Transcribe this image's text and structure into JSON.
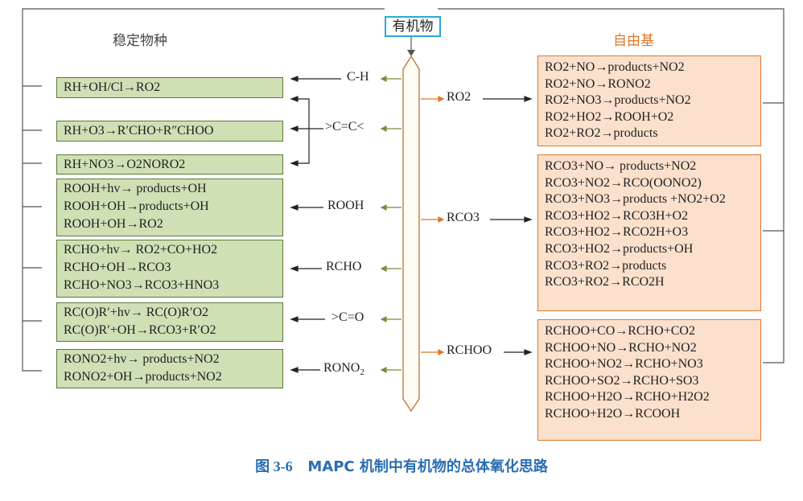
{
  "title": "有机物",
  "headers": {
    "left": "稳定物种",
    "right": "自由基"
  },
  "groups": [
    "C-H",
    ">C=C<",
    "ROOH",
    "RCHO",
    ">C=O",
    "RONO2"
  ],
  "radicals": [
    "RO2",
    "RCO3",
    "RCHOO"
  ],
  "stable_boxes": [
    [
      "RH+OH/Cl→RO2"
    ],
    [
      "RH+O3→R′CHO+R″CHOO"
    ],
    [
      "RH+NO3→O2NORO2"
    ],
    [
      "ROOH+hv→ products+OH",
      "ROOH+OH→products+OH",
      "ROOH+OH→RO2"
    ],
    [
      "RCHO+hv→ RO2+CO+HO2",
      "RCHO+OH→RCO3",
      "RCHO+NO3→RCO3+HNO3"
    ],
    [
      "RC(O)R′+hv→ RC(O)R′O2",
      "RC(O)R′+OH→RCO3+R′O2"
    ],
    [
      "RONO2+hv→ products+NO2",
      "RONO2+OH→products+NO2"
    ]
  ],
  "radical_boxes": [
    [
      "RO2+NO→products+NO2",
      "RO2+NO→RONO2",
      "RO2+NO3→products+NO2",
      "RO2+HO2→ROOH+O2",
      "RO2+RO2→products"
    ],
    [
      "RCO3+NO→ products+NO2",
      "RCO3+NO2→RCO(OONO2)",
      "RCO3+NO3→products +NO2+O2",
      "RCO3+HO2→RCO3H+O2",
      "RCO3+HO2→RCO2H+O3",
      "RCO3+HO2→products+OH",
      "RCO3+RO2→products",
      "RCO3+RO2→RCO2H"
    ],
    [
      "RCHOO+CO→RCHO+CO2",
      "RCHOO+NO→RCHO+NO2",
      "RCHOO+NO2→RCHO+NO3",
      "RCHOO+SO2→RCHO+SO3",
      "RCHOO+H2O→RCHO+H2O2",
      "RCHOO+H2O→RCOOH"
    ]
  ],
  "caption": {
    "figure_number": "图 3-6",
    "text": "MAPC 机制中有机物的总体氧化思路"
  }
}
